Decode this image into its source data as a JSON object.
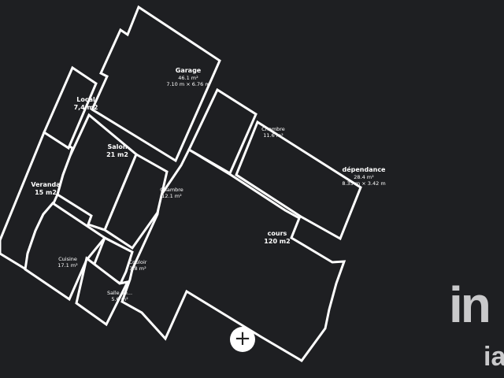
{
  "rooms": {
    "garage": {
      "name": "Garage",
      "area": "46.1 m²",
      "dims": "7.10 m × 6.76 m"
    },
    "local": {
      "name": "Local",
      "area": "7,4 m2"
    },
    "salon": {
      "name": "Salon",
      "area": "21 m2"
    },
    "veranda": {
      "name": "Veranda",
      "area": "15 m2"
    },
    "chambre1": {
      "name": "Chambre",
      "area": "12.1 m²"
    },
    "chambre2": {
      "name": "Chambre",
      "area": "11.6 m²"
    },
    "dependance": {
      "name": "dépendance",
      "area": "28.4 m²",
      "dims": "8.35 m × 3.42 m"
    },
    "cours": {
      "name": "cours",
      "area": "120 m2"
    },
    "cuisine": {
      "name": "Cuisine",
      "area": "17.1 m²"
    },
    "couloir": {
      "name": "Couloir",
      "area": "3.8 m²"
    },
    "salle": {
      "name": "Salle de...",
      "area": "5.6 m²"
    }
  },
  "controls": {
    "zoom_in": "+"
  },
  "logo": {
    "text_top": "in",
    "text_bottom": "ia"
  }
}
